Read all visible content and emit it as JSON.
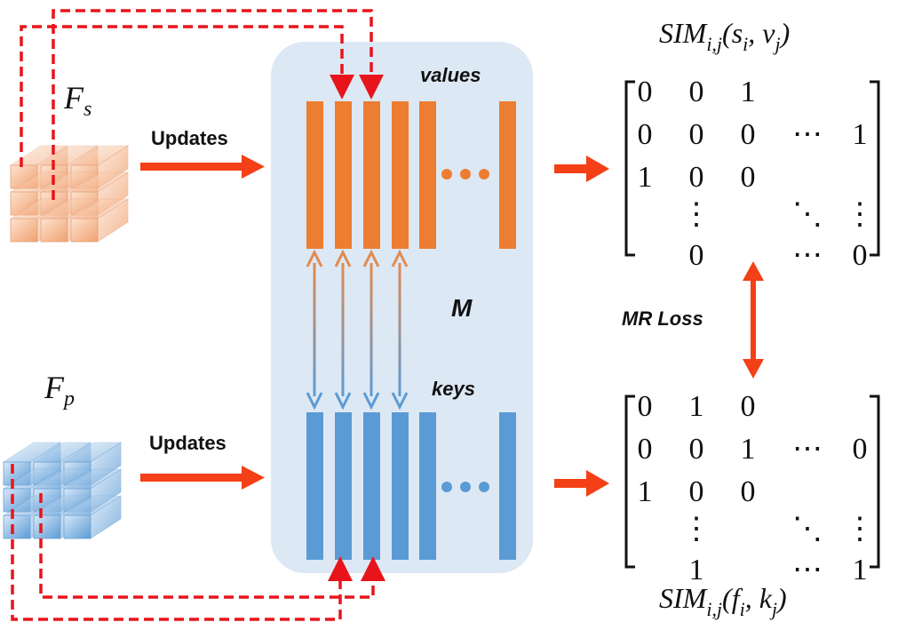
{
  "features": {
    "fs": {
      "letter": "F",
      "sub": "s"
    },
    "fp": {
      "letter": "F",
      "sub": "p"
    }
  },
  "arrows": {
    "updates_top": "Updates",
    "updates_bottom": "Updates",
    "mr_loss": "MR Loss"
  },
  "memory": {
    "values_label": "values",
    "keys_label": "keys",
    "m_label": "M"
  },
  "sim_top": {
    "title": "SIM",
    "sub": "i,j",
    "args": "(s",
    "arg1_sub": "i",
    "arg2": ", v",
    "arg2_sub": "j",
    "close": ")",
    "rows": [
      [
        "0",
        "0",
        "1",
        "",
        ""
      ],
      [
        "0",
        "0",
        "0",
        "⋯",
        "1"
      ],
      [
        "1",
        "0",
        "0",
        "",
        ""
      ],
      [
        "",
        "⋮",
        "",
        "⋱",
        "⋮"
      ],
      [
        "",
        "0",
        "",
        "⋯",
        "0"
      ]
    ]
  },
  "sim_bottom": {
    "title": "SIM",
    "sub": "i,j",
    "args": "(f",
    "arg1_sub": "i",
    "arg2": ", k",
    "arg2_sub": "j",
    "close": ")",
    "rows": [
      [
        "0",
        "1",
        "0",
        "",
        ""
      ],
      [
        "0",
        "0",
        "1",
        "⋯",
        "0"
      ],
      [
        "1",
        "0",
        "0",
        "",
        ""
      ],
      [
        "",
        "⋮",
        "",
        "⋱",
        "⋮"
      ],
      [
        "",
        "1",
        "",
        "⋯",
        "1"
      ]
    ]
  },
  "colors": {
    "orange": "#ed7d31",
    "blue": "#5b9bd5",
    "panel": "#dde8f5",
    "arrow_red": "#f44016",
    "dash_red": "#e8141c"
  }
}
